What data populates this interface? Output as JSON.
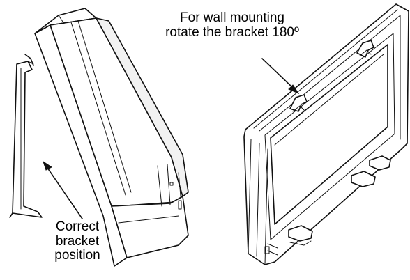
{
  "annotations": {
    "wall_mount_line1": "For wall mounting",
    "wall_mount_line2": "rotate the bracket 180º",
    "correct_line1": "Correct",
    "correct_line2": "bracket",
    "correct_line3": "position"
  },
  "colors": {
    "ink": "#111111",
    "background": "#ffffff"
  }
}
